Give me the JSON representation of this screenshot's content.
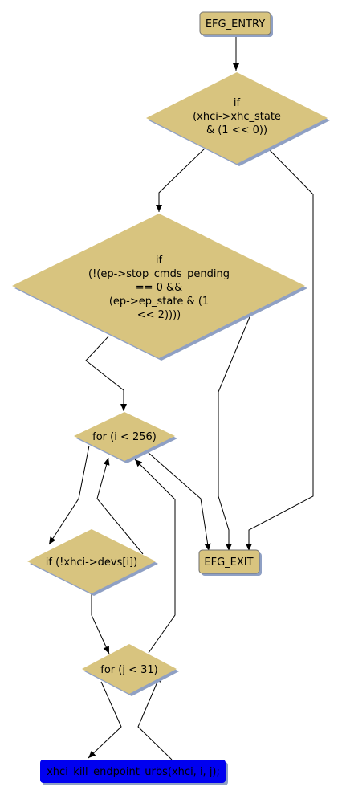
{
  "colors": {
    "node_fill": "#d8c47f",
    "node_shadow": "#8fa0c4",
    "call_fill": "#0000f0",
    "call_text": "#000000",
    "edge": "#000000"
  },
  "nodes": {
    "entry": "EFG_ENTRY",
    "cond1": [
      "if",
      "(xhci->xhc_state",
      "& (1 << 0))"
    ],
    "cond2": [
      "if",
      "(!(ep->stop_cmds_pending",
      "== 0 &&",
      "(ep->ep_state & (1",
      "<< 2))))"
    ],
    "loop_i": "for (i < 256)",
    "check_dev": "if (!xhci->devs[i])",
    "loop_j": "for (j < 31)",
    "call": "xhci_kill_endpoint_urbs(xhci, i, j);",
    "exit": "EFG_EXIT"
  }
}
